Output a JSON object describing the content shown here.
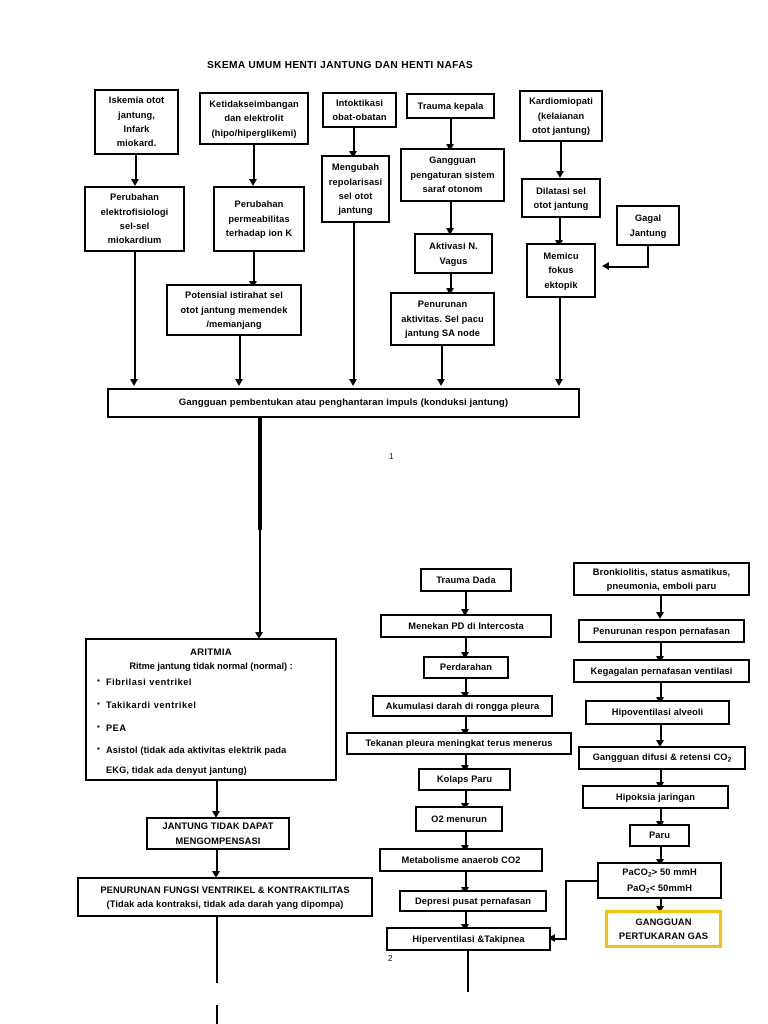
{
  "document": {
    "title": "SKEMA UMUM HENTI JANTUNG DAN HENTI NAFAS"
  },
  "markers": {
    "one": "1",
    "two": "2"
  },
  "colors": {
    "stroke": "#000000",
    "background": "#ffffff",
    "highlight_border": "#FFC000"
  },
  "nodes": {
    "iskemia": {
      "l1": "Iskemia otot",
      "l2": "jantung,",
      "l3": "Infark",
      "l4": "miokard."
    },
    "ketidakseimbangan": {
      "l1": "Ketidakseimbangan",
      "l2": "dan elektrolit",
      "l3": "(hipo/hiperglikemi)"
    },
    "intoktikasi": {
      "l1": "Intoktikasi",
      "l2": "obat-obatan"
    },
    "trauma_kepala": {
      "l1": "Trauma kepala"
    },
    "kardiomiopati": {
      "l1": "Kardiomiopati",
      "l2": "(kelaianan",
      "l3": "otot jantung)"
    },
    "perubahan_elektro": {
      "l1": "Perubahan",
      "l2": "elektrofisiologi",
      "l3": "sel-sel",
      "l4": "miokardium"
    },
    "perubahan_permea": {
      "l1": "Perubahan",
      "l2": "permeabilitas",
      "l3": "terhadap ion K"
    },
    "mengubah_repol": {
      "l1": "Mengubah",
      "l2": "repolarisasi",
      "l3": "sel otot",
      "l4": "jantung"
    },
    "gangguan_saraf": {
      "l1": "Gangguan",
      "l2": "pengaturan sistem",
      "l3": "saraf otonom"
    },
    "dilatasi": {
      "l1": "Dilatasi sel",
      "l2": "otot jantung"
    },
    "gagal_jantung": {
      "l1": "Gagal",
      "l2": "Jantung"
    },
    "aktivasi_vagus": {
      "l1": "Aktivasi N.",
      "l2": "Vagus"
    },
    "memicu_ektopik": {
      "l1": "Memicu",
      "l2": "fokus",
      "l3": "ektopik"
    },
    "potensial": {
      "l1": "Potensial istirahat sel",
      "l2": "otot jantung memendek",
      "l3": "/memanjang"
    },
    "penurunan_sa": {
      "l1": "Penurunan",
      "l2": "aktivitas. Sel pacu",
      "l3": "jantung SA node"
    },
    "konduksi_banner": {
      "l1": "Gangguan pembentukan atau penghantaran impuls (konduksi jantung)"
    },
    "jantung_tidak_kompensasi": {
      "l1": "JANTUNG TIDAK DAPAT",
      "l2": "MENGOMPENSASI"
    },
    "penurunan_ventrikel": {
      "l1": "PENURUNAN FUNGSI VENTRIKEL & KONTRAKTILITAS",
      "l2": "(Tidak ada kontraksi, tidak ada darah yang dipompa)"
    },
    "trauma_dada": {
      "l1": "Trauma Dada"
    },
    "menekan_pd": {
      "l1": "Menekan PD di Intercosta"
    },
    "perdarahan": {
      "l1": "Perdarahan"
    },
    "akumulasi": {
      "l1": "Akumulasi darah di rongga pleura"
    },
    "tekanan_pleura": {
      "l1": "Tekanan pleura meningkat terus menerus"
    },
    "kolaps_paru": {
      "l1": "Kolaps Paru"
    },
    "o2_menurun": {
      "l1": "O2 menurun"
    },
    "metabolisme": {
      "l1": "Metabolisme anaerob CO2"
    },
    "depresi": {
      "l1": "Depresi pusat pernafasan"
    },
    "hiperventilasi": {
      "l1": "Hiperventilasi &Takipnea"
    },
    "bronkiolitis": {
      "l1": "Bronkiolitis, status asmatikus,",
      "l2": "pneumonia, emboli paru"
    },
    "penurunan_respon": {
      "l1": "Penurunan respon pernafasan"
    },
    "kegagalan": {
      "l1": "Kegagalan pernafasan ventilasi"
    },
    "hipoventilasi": {
      "l1": "Hipoventilasi alveoli"
    },
    "gangguan_difusi": {
      "pre": "Gangguan difusi & retensi CO",
      "sub": "2"
    },
    "hipoksia": {
      "l1": "Hipoksia jaringan"
    },
    "paru": {
      "l1": "Paru"
    },
    "paco2": {
      "a_pre": "PaCO",
      "a_sub": "2",
      "a_post": "> 50 mmH",
      "b_pre": "PaO",
      "b_sub": "2",
      "b_post": "< 50mmH"
    },
    "gangguan_gas": {
      "l1": "GANGGUAN",
      "l2": "PERTUKARAN GAS"
    }
  },
  "aritmia": {
    "heading": "ARITMIA",
    "subheading": "Ritme jantung tidak normal (normal) :",
    "items": [
      {
        "text": "Fibrilasi ventrikel"
      },
      {
        "text": "Takikardi ventrikel"
      },
      {
        "text": "PEA"
      },
      {
        "text": "Asistol (tidak ada aktivitas elektrik pada",
        "text2": "EKG, tidak ada denyut jantung)"
      }
    ]
  }
}
